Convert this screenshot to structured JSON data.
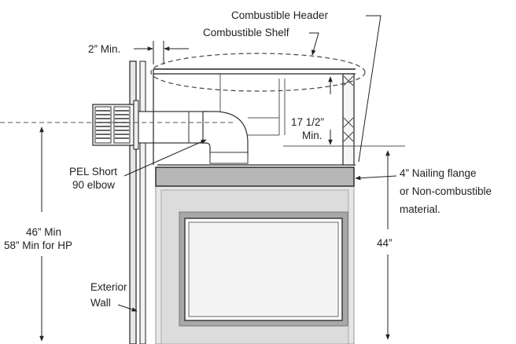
{
  "labels": {
    "combustible_header": "Combustible Header",
    "combustible_shelf": "Combustible Shelf",
    "two_inch_min": "2” Min.",
    "seventeen_half": "17 1/2”",
    "min": "Min.",
    "pel_short": "PEL Short",
    "ninety_elbow": "90 elbow",
    "nailing_flange": "4” Nailing flange",
    "non_combustible": "or Non-combustible",
    "material": "material.",
    "forty_six_min": "46” Min",
    "fifty_eight_min": "58” Min for HP",
    "forty_four": "44”",
    "exterior": "Exterior",
    "wall": "Wall"
  },
  "colors": {
    "line": "#222222",
    "fill_gray": "#b9b9b9",
    "light_gray": "#dedede",
    "frame_gray": "#9a9a9a"
  }
}
